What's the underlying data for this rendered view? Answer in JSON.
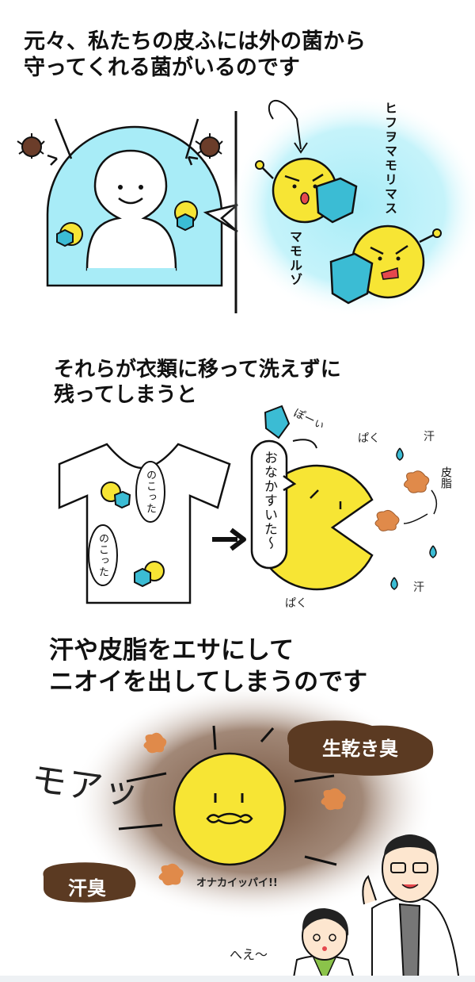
{
  "panel1": {
    "caption": "元々、私たちの皮ふには外の菌から\n守ってくれる菌がいるのです",
    "bacteria_name_1": "ヒフヲマモリマス",
    "bacteria_name_2": "マモルゾ"
  },
  "panel2": {
    "caption": "それらが衣類に移って洗えずに\n残ってしまうと",
    "shirt_bubble_1": "のこった",
    "shirt_bubble_2": "のこった",
    "big_bubble": "おなかすいた〜",
    "sfx_throw": "ぽーぃ",
    "sfx_munch_1": "ぱく",
    "sfx_munch_2": "ぱく",
    "label_sweat_1": "汗",
    "label_sebum": "皮脂",
    "label_sweat_2": "汗"
  },
  "panel3": {
    "caption": "汗や皮脂をエサにして\nニオイを出してしまうのです",
    "sfx_moa": "モアッ",
    "smell_1": "生乾き臭",
    "smell_2": "汗臭",
    "belly_full": "オナカイッパイ!!",
    "sfx_hee": "へえ〜"
  },
  "colors": {
    "sky_blue": "#a8ecf7",
    "bacteria_yellow": "#f7e534",
    "shield_teal": "#3bbcd4",
    "smell_brown": "#5b3a22",
    "sebum_orange": "#e08a4a"
  }
}
